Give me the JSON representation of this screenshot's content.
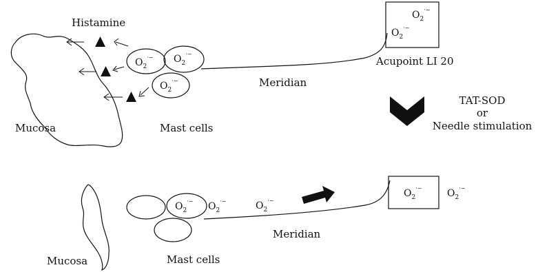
{
  "top_panel": {
    "histamine_label": "Histamine",
    "mucosa_label": "Mucosa",
    "mast_cells_label": "Mast cells",
    "meridian_label": "Meridian",
    "acupoint_label": "Acupoint LI 20"
  },
  "transition": {
    "line1": "TAT-SOD",
    "line2": "or",
    "line3": "Needle stimulation"
  },
  "bottom_panel": {
    "mucosa_label": "Mucosa",
    "mast_cells_label": "Mast cells",
    "meridian_label": "Meridian"
  },
  "superoxide": {
    "base": "O",
    "subscript": "2",
    "superscript": "·−"
  },
  "colors": {
    "ink": "#111111",
    "background": "#ffffff"
  }
}
